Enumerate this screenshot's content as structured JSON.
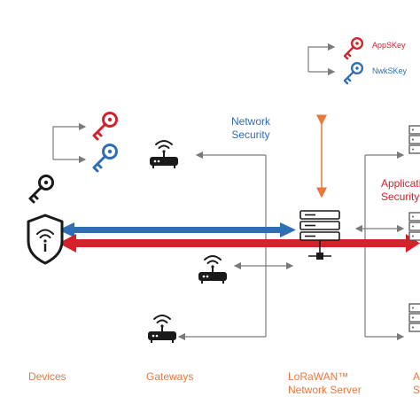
{
  "labels": {
    "devices": "Devices",
    "gateways": "Gateways",
    "network_server_line1": "LoRaWAN™",
    "network_server_line2": "Network Server",
    "app_partial_bottom_line1": "A",
    "app_partial_bottom_line2": "S",
    "network_security_line1": "Network",
    "network_security_line2": "Security",
    "application_security_line1": "Applicati",
    "application_security_line2": "Security",
    "appskey": "AppSKey",
    "nwkskey": "NwkSKey"
  },
  "colors": {
    "orange": "#e8783c",
    "blue": "#2f6db5",
    "red": "#d4212a",
    "dark": "#1a1a1a",
    "line": "#7a7a7a",
    "server_box": "#bfbfbf"
  },
  "icons": [
    "shield-wifi-icon",
    "key-icon",
    "appskey-icon",
    "nwkskey-icon",
    "gateway-icon",
    "network-server-icon",
    "application-server-icon"
  ]
}
